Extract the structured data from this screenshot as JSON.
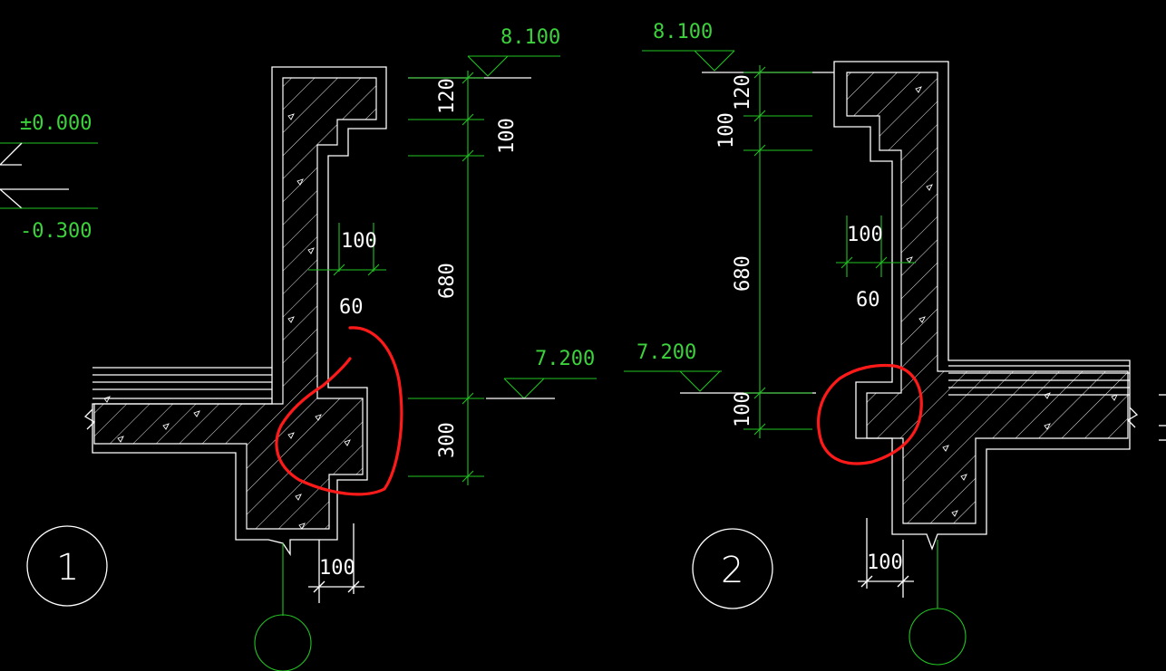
{
  "left_detail": {
    "number": "1",
    "elev_top": "8.100",
    "elev_slab": "7.200",
    "dim_120": "120",
    "dim_100_a": "100",
    "dim_680": "680",
    "dim_300": "300",
    "dim_100_ledge": "100",
    "dim_60": "60",
    "dim_100_bottom": "100"
  },
  "right_detail": {
    "number": "2",
    "elev_top": "8.100",
    "elev_slab": "7.200",
    "dim_120": "120",
    "dim_100_a": "100",
    "dim_680": "680",
    "dim_100_b": "100",
    "dim_100_ledge": "100",
    "dim_60": "60",
    "dim_100_bottom": "100"
  },
  "ground_levels": {
    "elev_zero": "±0.000",
    "elev_minus": "-0.300"
  },
  "colors": {
    "background": "#000000",
    "outline": "#ffffff",
    "dimension": "#22c322",
    "markup": "#ff1a1a"
  }
}
